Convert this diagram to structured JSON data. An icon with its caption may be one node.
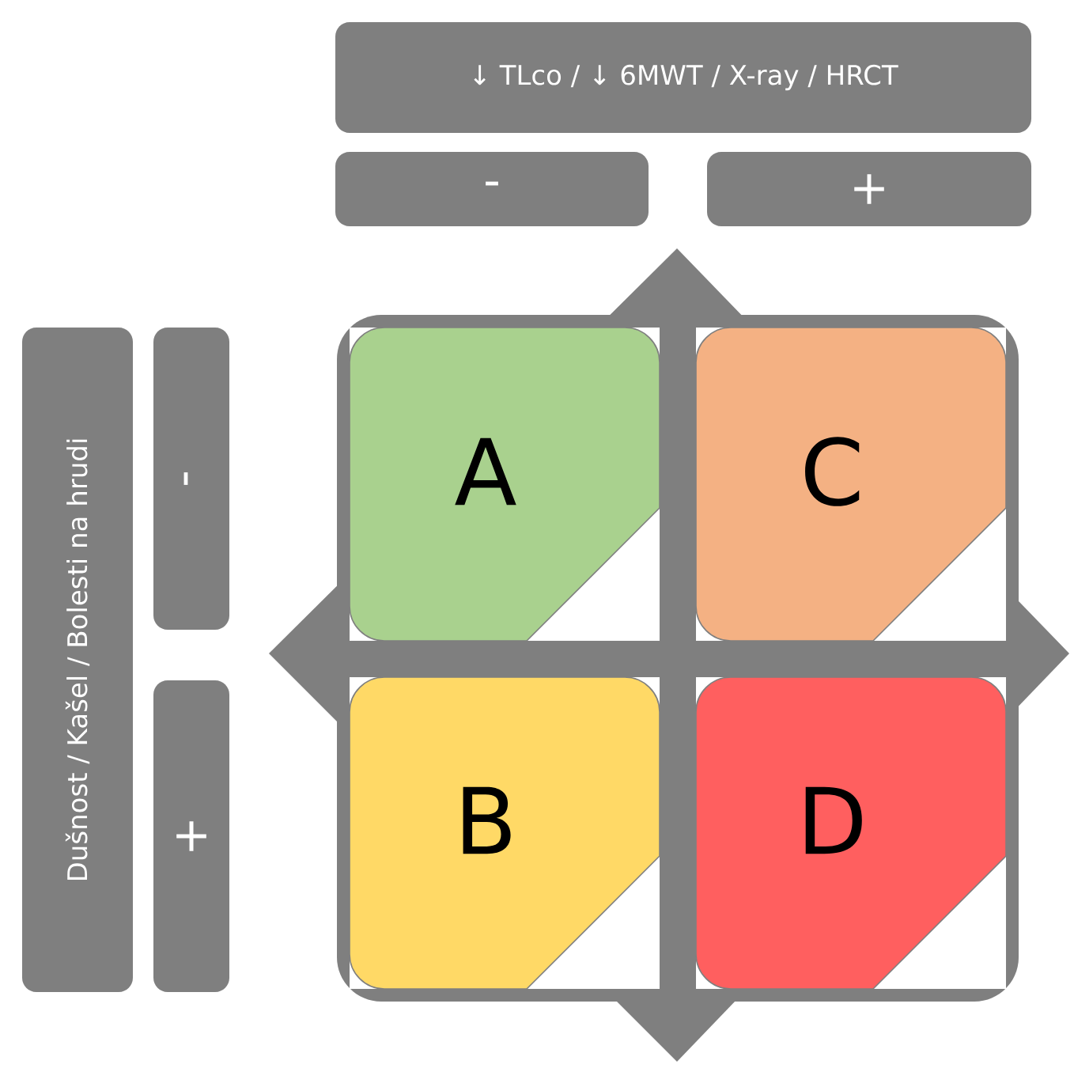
{
  "diagram": {
    "nodes": [
      {
        "text": [
          "↓ TLco / ↓ 6MWT / X-ray / HRCT"
        ]
      },
      {
        "text": [
          "-"
        ]
      },
      {
        "text": [
          "+"
        ]
      },
      {
        "text": [
          "Dušnost / Kašel / Bolesti na hrudi"
        ]
      },
      {
        "text": [
          "-"
        ]
      },
      {
        "text": [
          "+"
        ]
      },
      {
        "text": [
          "A"
        ]
      },
      {
        "text": [
          "C"
        ]
      },
      {
        "text": [
          "B"
        ]
      },
      {
        "text": [
          "D"
        ]
      }
    ]
  }
}
